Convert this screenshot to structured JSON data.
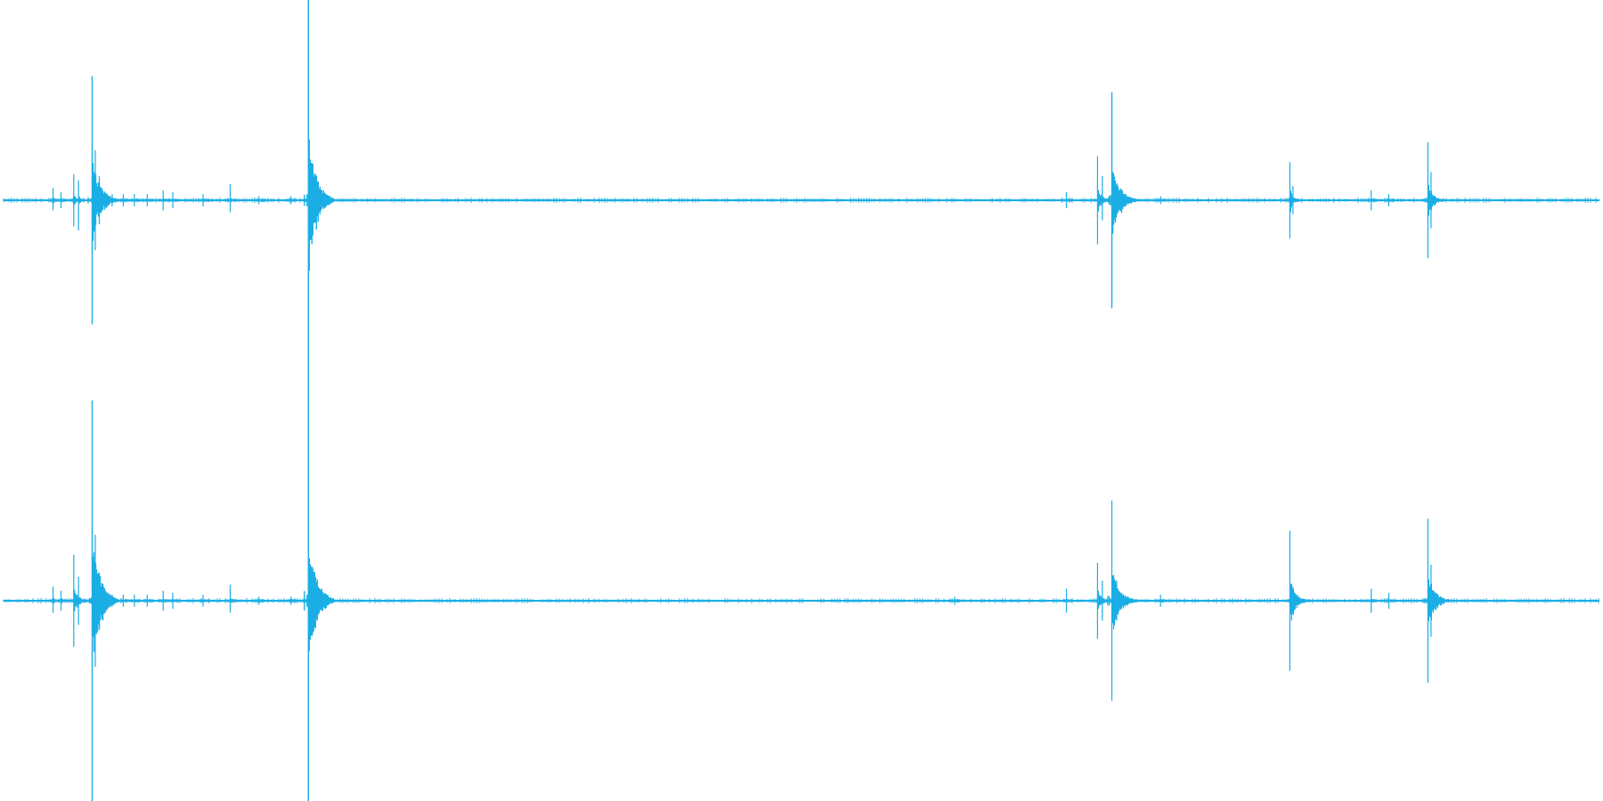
{
  "waveform": {
    "color": "#1aaee5",
    "background": "#ffffff",
    "channels": [
      {
        "name": "",
        "transients": [
          {
            "t": 0.031,
            "pos": 0.06,
            "neg": 0.05
          },
          {
            "t": 0.036,
            "pos": 0.04,
            "neg": 0.04
          },
          {
            "t": 0.044,
            "pos": 0.13,
            "neg": 0.13
          },
          {
            "t": 0.047,
            "pos": 0.1,
            "neg": 0.15
          },
          {
            "t": 0.0555,
            "pos": 0.62,
            "neg": 0.62
          },
          {
            "t": 0.0575,
            "pos": 0.25,
            "neg": 0.25
          },
          {
            "t": 0.06,
            "pos": 0.12,
            "neg": 0.12
          },
          {
            "t": 0.068,
            "pos": 0.03,
            "neg": 0.03
          },
          {
            "t": 0.075,
            "pos": 0.03,
            "neg": 0.03
          },
          {
            "t": 0.082,
            "pos": 0.03,
            "neg": 0.03
          },
          {
            "t": 0.09,
            "pos": 0.03,
            "neg": 0.03
          },
          {
            "t": 0.1,
            "pos": 0.05,
            "neg": 0.05
          },
          {
            "t": 0.106,
            "pos": 0.04,
            "neg": 0.04
          },
          {
            "t": 0.125,
            "pos": 0.03,
            "neg": 0.03
          },
          {
            "t": 0.142,
            "pos": 0.08,
            "neg": 0.06
          },
          {
            "t": 0.16,
            "pos": 0.02,
            "neg": 0.02
          },
          {
            "t": 0.18,
            "pos": 0.02,
            "neg": 0.02
          },
          {
            "t": 0.191,
            "pos": 1.0,
            "neg": 1.0
          },
          {
            "t": 0.1935,
            "pos": 0.12,
            "neg": 0.12
          },
          {
            "t": 0.666,
            "pos": 0.04,
            "neg": 0.04
          },
          {
            "t": 0.6855,
            "pos": 0.22,
            "neg": 0.22
          },
          {
            "t": 0.6885,
            "pos": 0.12,
            "neg": 0.1
          },
          {
            "t": 0.6945,
            "pos": 0.54,
            "neg": 0.54
          },
          {
            "t": 0.6975,
            "pos": 0.06,
            "neg": 0.06
          },
          {
            "t": 0.725,
            "pos": 0.02,
            "neg": 0.02
          },
          {
            "t": 0.806,
            "pos": 0.19,
            "neg": 0.19
          },
          {
            "t": 0.808,
            "pos": 0.07,
            "neg": 0.07
          },
          {
            "t": 0.857,
            "pos": 0.05,
            "neg": 0.05
          },
          {
            "t": 0.868,
            "pos": 0.03,
            "neg": 0.03
          },
          {
            "t": 0.8925,
            "pos": 0.29,
            "neg": 0.29
          },
          {
            "t": 0.8945,
            "pos": 0.14,
            "neg": 0.14
          }
        ]
      },
      {
        "name": "",
        "transients": [
          {
            "t": 0.031,
            "pos": 0.07,
            "neg": 0.06
          },
          {
            "t": 0.036,
            "pos": 0.05,
            "neg": 0.05
          },
          {
            "t": 0.044,
            "pos": 0.23,
            "neg": 0.23
          },
          {
            "t": 0.047,
            "pos": 0.12,
            "neg": 0.12
          },
          {
            "t": 0.0555,
            "pos": 1.0,
            "neg": 1.0
          },
          {
            "t": 0.0575,
            "pos": 0.33,
            "neg": 0.33
          },
          {
            "t": 0.06,
            "pos": 0.14,
            "neg": 0.14
          },
          {
            "t": 0.068,
            "pos": 0.03,
            "neg": 0.03
          },
          {
            "t": 0.075,
            "pos": 0.03,
            "neg": 0.03
          },
          {
            "t": 0.082,
            "pos": 0.03,
            "neg": 0.03
          },
          {
            "t": 0.09,
            "pos": 0.03,
            "neg": 0.03
          },
          {
            "t": 0.1,
            "pos": 0.05,
            "neg": 0.05
          },
          {
            "t": 0.106,
            "pos": 0.04,
            "neg": 0.04
          },
          {
            "t": 0.125,
            "pos": 0.03,
            "neg": 0.03
          },
          {
            "t": 0.142,
            "pos": 0.08,
            "neg": 0.06
          },
          {
            "t": 0.16,
            "pos": 0.02,
            "neg": 0.02
          },
          {
            "t": 0.18,
            "pos": 0.02,
            "neg": 0.02
          },
          {
            "t": 0.191,
            "pos": 1.0,
            "neg": 1.0
          },
          {
            "t": 0.1935,
            "pos": 0.17,
            "neg": 0.17
          },
          {
            "t": 0.596,
            "pos": 0.02,
            "neg": 0.02
          },
          {
            "t": 0.666,
            "pos": 0.06,
            "neg": 0.06
          },
          {
            "t": 0.6855,
            "pos": 0.19,
            "neg": 0.19
          },
          {
            "t": 0.6885,
            "pos": 0.1,
            "neg": 0.1
          },
          {
            "t": 0.6945,
            "pos": 0.5,
            "neg": 0.5
          },
          {
            "t": 0.6975,
            "pos": 0.1,
            "neg": 0.1
          },
          {
            "t": 0.725,
            "pos": 0.03,
            "neg": 0.03
          },
          {
            "t": 0.806,
            "pos": 0.35,
            "neg": 0.35
          },
          {
            "t": 0.808,
            "pos": 0.07,
            "neg": 0.07
          },
          {
            "t": 0.857,
            "pos": 0.06,
            "neg": 0.06
          },
          {
            "t": 0.868,
            "pos": 0.04,
            "neg": 0.04
          },
          {
            "t": 0.8925,
            "pos": 0.41,
            "neg": 0.41
          },
          {
            "t": 0.8945,
            "pos": 0.18,
            "neg": 0.18
          }
        ]
      }
    ]
  }
}
